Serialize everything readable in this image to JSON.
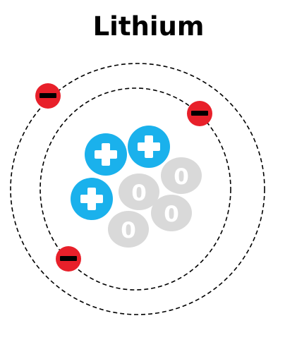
{
  "title": "Lithium",
  "colors": {
    "proton": "#1ab1ec",
    "neutron": "#d9d9d9",
    "electron": "#e8202a",
    "orbit": "#000000",
    "symbol": "#ffffff",
    "electron_symbol": "#000000"
  },
  "particles": {
    "protons": {
      "count": 3,
      "symbol": "plus-sign"
    },
    "neutrons": {
      "count": 4,
      "symbol": "0"
    },
    "electrons": {
      "count": 3,
      "symbol": "minus-sign"
    }
  },
  "shells": {
    "count": 2,
    "style": "dashed"
  }
}
